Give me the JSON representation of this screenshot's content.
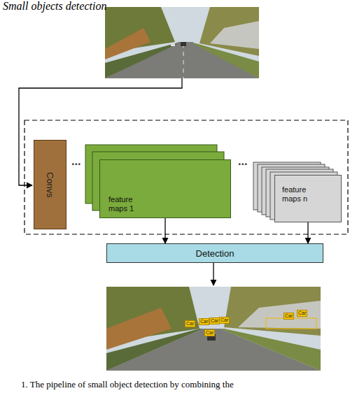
{
  "diagram": {
    "title": "Small objects detection",
    "caption": "1. The pipeline of small object detection by combining the",
    "nodes": [
      {
        "text": [
          "Convs"
        ]
      },
      {
        "text": [
          "feature maps 1"
        ]
      },
      {
        "text": [
          "feature maps n"
        ]
      },
      {
        "text": [
          "Detection"
        ]
      }
    ],
    "edges": [
      {
        "from": 1,
        "to": 3,
        "arrow": "to"
      },
      {
        "from": 2,
        "to": 3,
        "arrow": "to"
      }
    ],
    "labels": [
      "...",
      "...",
      "Car",
      "Car",
      "Car",
      "Car",
      "Car",
      "Car",
      "Car"
    ]
  }
}
